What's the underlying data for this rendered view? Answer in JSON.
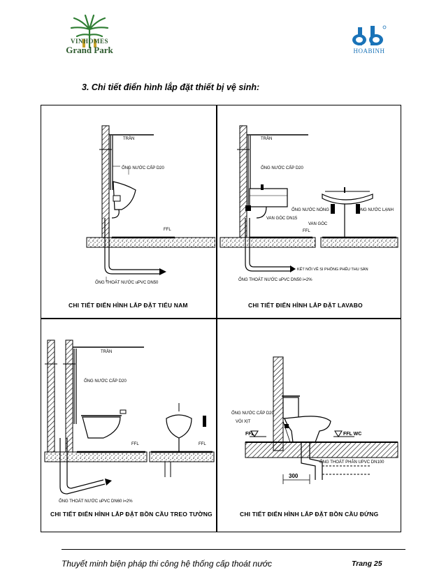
{
  "header": {
    "left_logo": {
      "line1": "VINHOMES",
      "line2": "Grand Park",
      "color": "#2e5b2e"
    },
    "right_logo": {
      "text": "HOABINH",
      "color": "#1a73b8"
    }
  },
  "section_heading": "3. Chi tiết điển hình lắp đặt thiết bị vệ sinh:",
  "panels": {
    "urinal": {
      "caption": "CHI TIẾT ĐIỂN HÌNH LẮP ĐẶT TIỂU NAM",
      "labels": {
        "ceiling": "TRẦN",
        "supply_pipe": "ỐNG NƯỚC CẤP D20",
        "ffl": "FFL",
        "drain_pipe": "ỐNG THOÁT NƯỚC uPVC DN50"
      }
    },
    "lavabo": {
      "caption": "CHI TIẾT ĐIỂN HÌNH LẮP ĐẶT LAVABO",
      "labels": {
        "ceiling": "TRẦN",
        "supply_pipe": "ỐNG NƯỚC CẤP D20",
        "hot_pipe": "ỐNG NƯỚC NÓNG",
        "cold_pipe": "ỐNG NƯỚC LẠNH",
        "valve_dn15": "VAN GÓC DN15",
        "angle_valve": "VAN GÓC",
        "ffl": "FFL",
        "connection": "KẾT NỐI VỀ SI PHÔNG PHỄU THU SÀN",
        "drain_pipe": "ỐNG THOÁT NƯỚC uPVC DN50 i=2%"
      }
    },
    "wall_hung_toilet": {
      "caption": "CHI TIẾT ĐIỂN HÌNH LẮP ĐẶT BỒN CẦU TREO TƯỜNG",
      "labels": {
        "ceiling": "TRẦN",
        "supply_pipe": "ỐNG NƯỚC CẤP D20",
        "ffl_left": "FFL",
        "ffl_right": "FFL",
        "drain_pipe": "ỐNG THOÁT NƯỚC uPVC DN60 i=2%"
      }
    },
    "floor_toilet": {
      "caption": "CHI TIẾT ĐIỂN HÌNH LẮP ĐẶT BỒN CẦU ĐỨNG",
      "labels": {
        "supply_pipe": "ỐNG NƯỚC CẤP D20",
        "hose": "VÒI XỊT",
        "ffl": "FFL",
        "ffl_wc": "FFL WC",
        "drain_pipe": "ỐNG THOÁT PHÂN UPVC DN100",
        "dimension": "300"
      }
    }
  },
  "footer": {
    "left": "Thuyết minh biện pháp thi công hệ thống cấp thoát nước",
    "page": "Trang 25"
  }
}
